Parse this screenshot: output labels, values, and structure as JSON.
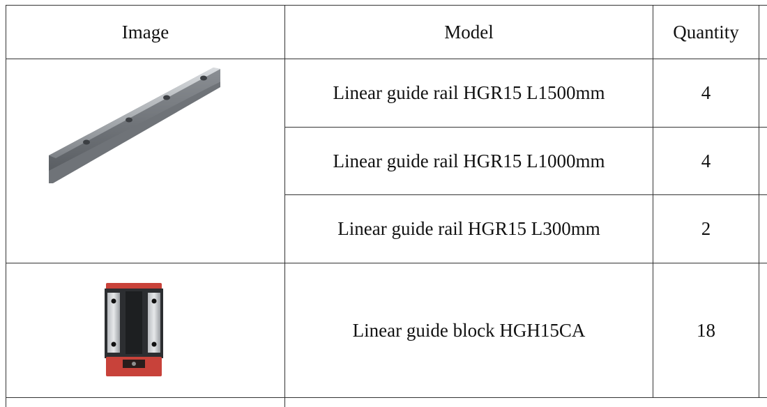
{
  "table": {
    "headers": {
      "image": "Image",
      "model": "Model",
      "quantity": "Quantity"
    },
    "rows": [
      {
        "model": "Linear guide rail HGR15 L1500mm",
        "quantity": "4"
      },
      {
        "model": "Linear guide rail HGR15 L1000mm",
        "quantity": "4"
      },
      {
        "model": "Linear guide rail HGR15 L300mm",
        "quantity": "2"
      },
      {
        "model": "Linear guide block HGH15CA",
        "quantity": "18"
      }
    ],
    "images": [
      {
        "name": "linear-guide-rail-photo"
      },
      {
        "name": "linear-guide-block-photo"
      }
    ]
  },
  "colors": {
    "border": "#333333",
    "rail_metal": "#9a9ea3",
    "block_red": "#c8423a",
    "block_steel": "#8e9296"
  }
}
